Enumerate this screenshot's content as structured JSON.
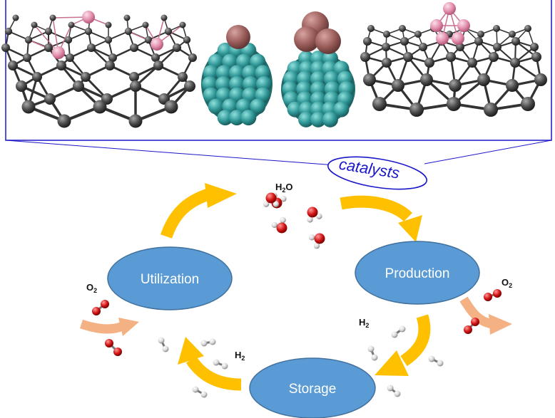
{
  "catalysts_label": "catalysts",
  "nodes": {
    "production": "Production",
    "storage": "Storage",
    "utilization": "Utilization"
  },
  "chemicals": {
    "h2o": {
      "base": "H",
      "sub": "2",
      "tail": "O"
    },
    "h2_top": {
      "base": "H",
      "sub": "2"
    },
    "h2_bottom": {
      "base": "H",
      "sub": "2"
    },
    "o2_left": {
      "base": "O",
      "sub": "2"
    },
    "o2_right": {
      "base": "O",
      "sub": "2"
    }
  },
  "colors": {
    "node_fill": "#5b9bd5",
    "node_stroke": "#41719c",
    "cycle_arrow": "#ffc000",
    "o2_arrow": "#f4b183",
    "callout_line": "#1a16c9",
    "carbon": "#4a4a4a",
    "metal": "#e8a0b8",
    "cluster_base": "#2f8f8f",
    "cluster_top": "#a0605f",
    "oxygen": "#cc1010",
    "hydrogen": "#e6e6e6"
  },
  "icons": [
    "graphene-metal-panel",
    "metal-on-fullerene-panel",
    "dimer-on-fullerene-panel",
    "cluster-on-graphene-panel"
  ]
}
